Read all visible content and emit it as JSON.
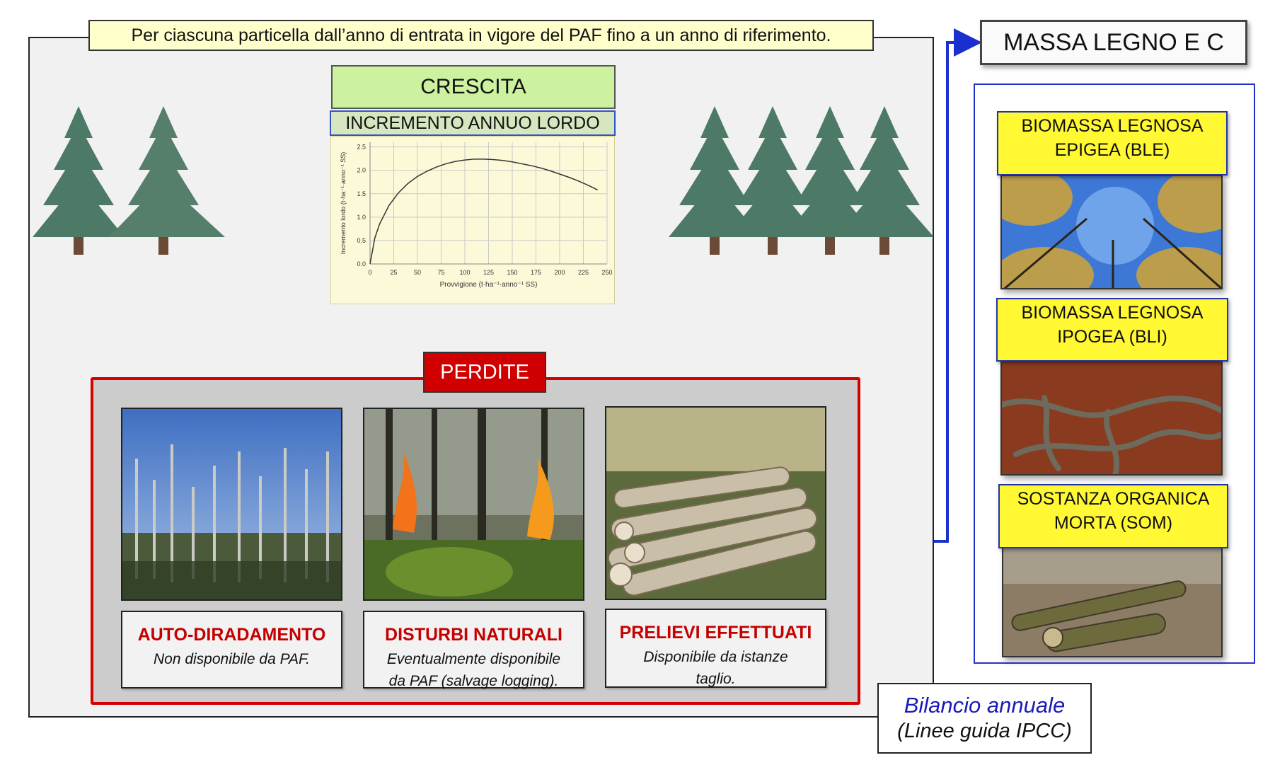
{
  "header_note": "Per ciascuna particella dall’anno di entrata in vigore del PAF fino a un anno di riferimento.",
  "growth": {
    "title": "CRESCITA",
    "subtitle": "INCREMENTO ANNUO LORDO"
  },
  "chart_data": {
    "type": "line",
    "xlabel": "Provvigione (t·ha⁻¹·anno⁻¹ SS)",
    "ylabel": "Incremento lordo (t·ha⁻¹·anno⁻¹ SS)",
    "x_ticks": [
      "0",
      "25",
      "50",
      "75",
      "100",
      "125",
      "150",
      "175",
      "200",
      "225",
      "250"
    ],
    "y_ticks": [
      "0.0",
      "0.5",
      "1.0",
      "1.5",
      "2.0",
      "2.5"
    ],
    "xlim": [
      0,
      250
    ],
    "ylim": [
      0,
      2.6
    ],
    "grid": true,
    "series": [
      {
        "x": [
          0,
          5,
          10,
          20,
          30,
          40,
          50,
          60,
          70,
          80,
          90,
          100,
          110,
          120,
          130,
          140,
          150,
          160,
          170,
          180,
          190,
          200,
          210,
          220,
          230,
          240
        ],
        "y": [
          0.0,
          0.55,
          0.85,
          1.25,
          1.52,
          1.72,
          1.87,
          1.98,
          2.07,
          2.14,
          2.19,
          2.22,
          2.24,
          2.24,
          2.23,
          2.21,
          2.18,
          2.14,
          2.1,
          2.05,
          1.99,
          1.92,
          1.85,
          1.77,
          1.68,
          1.58
        ]
      }
    ]
  },
  "losses": {
    "title": "PERDITE",
    "items": [
      {
        "title": "AUTO-DIRADAMENTO",
        "line1": "Non disponibile da PAF.",
        "line2": ""
      },
      {
        "title": "DISTURBI NATURALI",
        "line1": "Eventualmente disponibile",
        "line2": "da PAF (salvage logging)."
      },
      {
        "title": "PRELIEVI EFFETTUATI",
        "line1": "Disponibile da istanze",
        "line2": "taglio."
      }
    ]
  },
  "pools": {
    "title": "MASSA LEGNO E C",
    "items": [
      {
        "line1": "BIOMASSA LEGNOSA",
        "line2": "EPIGEA (BLE)"
      },
      {
        "line1": "BIOMASSA LEGNOSA",
        "line2": "IPOGEA (BLI)"
      },
      {
        "line1": "SOSTANZA ORGANICA",
        "line2": "MORTA (SOM)"
      }
    ]
  },
  "balance": {
    "title": "Bilancio annuale",
    "subtitle": "(Linee guida IPCC)"
  },
  "colors": {
    "loss_red": "#d40000",
    "pool_blue": "#2233cc",
    "pool_yellow": "#fff833",
    "growth_green": "#ccf2a0"
  }
}
